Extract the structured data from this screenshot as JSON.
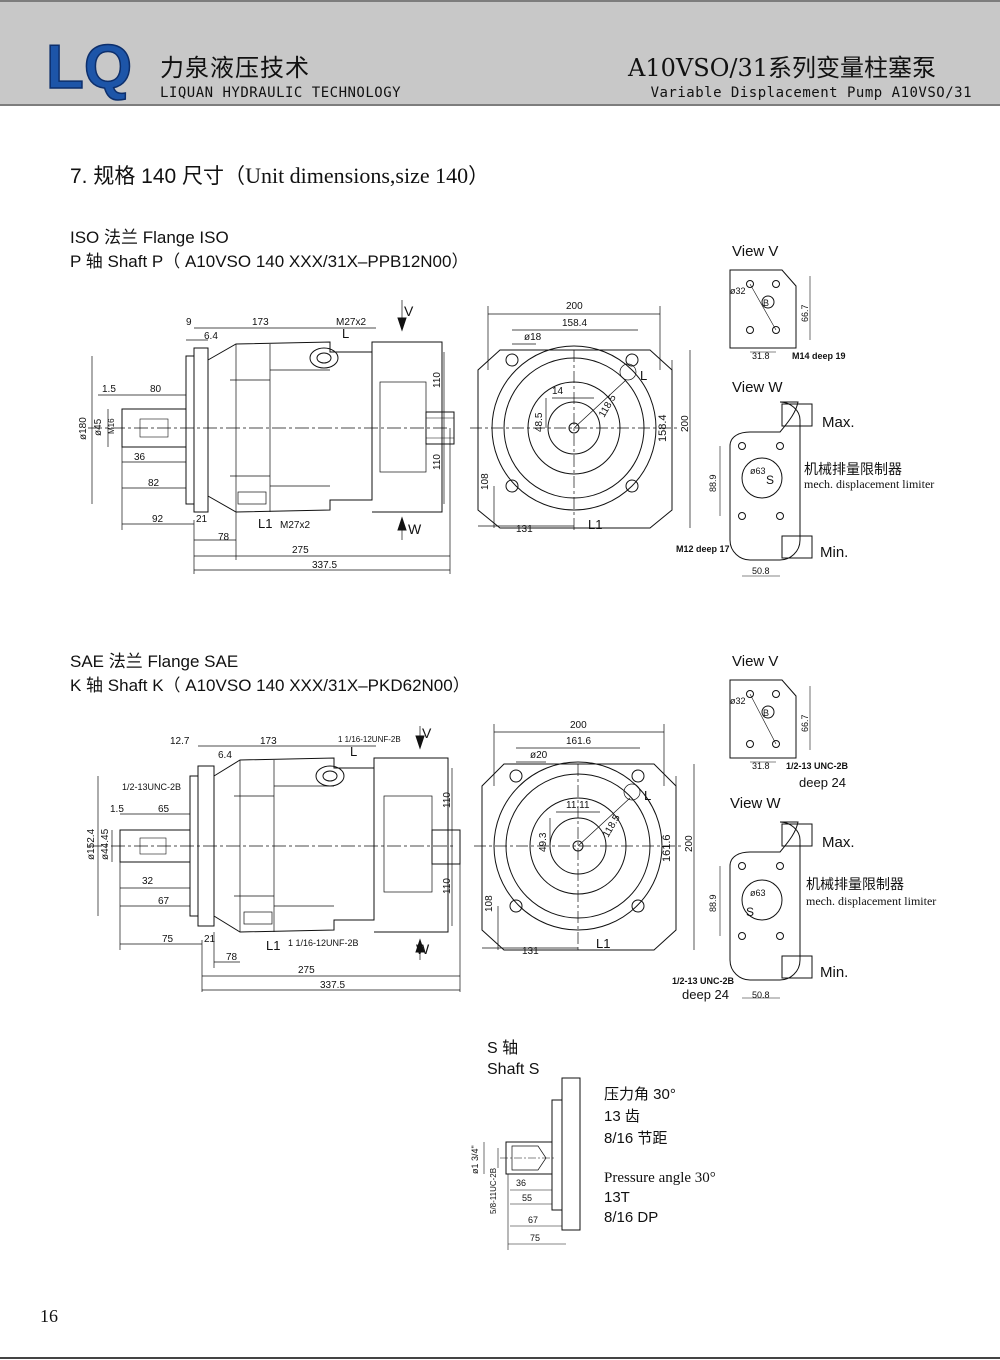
{
  "header": {
    "logo_text": "LQ",
    "brand_cn": "力泉液压技术",
    "brand_en": "LIQUAN HYDRAULIC TECHNOLOGY",
    "product_cn": "A10VSO/31系列变量柱塞泵",
    "product_en": "Variable Displacement Pump A10VSO/31",
    "colors": {
      "band": "#c8c8c8",
      "logo_blue": "#1d55a8"
    }
  },
  "section": {
    "title_cn": "7. 规格 140 尺寸（",
    "title_en": "Unit dimensions,size 140",
    "title_close": "）"
  },
  "iso": {
    "line1": "ISO 法兰  Flange ISO",
    "line2": "P 轴  Shaft P（ A10VSO 140 XXX/31X–PPB12N00）",
    "view_v": "View V",
    "view_w": "View W",
    "max": "Max.",
    "min": "Min.",
    "limiter_cn": "机械排量限制器",
    "limiter_en": "mech. displacement limiter",
    "dims_side": [
      "9",
      "6.4",
      "173",
      "M27x2",
      "L",
      "V",
      "1.5",
      "80",
      "ø180",
      "ø45",
      "M16",
      "36",
      "82",
      "92",
      "21",
      "78",
      "L1",
      "M27x2",
      "W",
      "275",
      "337.5",
      "110",
      "110"
    ],
    "dims_front": [
      "200",
      "158.4",
      "ø18",
      "14",
      "118.5",
      "48.5",
      "158.4",
      "200",
      "108",
      "131",
      "L1",
      "L"
    ],
    "dims_view_v": [
      "ø32",
      "B",
      "66.7",
      "31.8",
      "M14 deep 19"
    ],
    "dims_view_w": [
      "ø63",
      "S",
      "88.9",
      "M12 deep 17",
      "50.8"
    ]
  },
  "sae": {
    "line1": "SAE 法兰  Flange SAE",
    "line2": "K 轴  Shaft K（ A10VSO 140 XXX/31X–PKD62N00）",
    "view_v": "View V",
    "view_w": "View W",
    "max": "Max.",
    "min": "Min.",
    "limiter_cn": "机械排量限制器",
    "limiter_en": "mech. displacement limiter",
    "deep_v": "deep 24",
    "deep_w": "deep 24",
    "dims_side": [
      "12.7",
      "6.4",
      "173",
      "1 1/16-12UNF-2B",
      "L",
      "V",
      "1/2-13UNC-2B",
      "1.5",
      "65",
      "ø152.4",
      "ø44.45",
      "32",
      "67",
      "75",
      "21",
      "78",
      "L1",
      "1 1/16-12UNF-2B",
      "W",
      "275",
      "337.5",
      "110",
      "110"
    ],
    "dims_front": [
      "200",
      "161.6",
      "ø20",
      "11.11",
      "118.5",
      "49.3",
      "161.6",
      "200",
      "108",
      "131",
      "L1",
      "L"
    ],
    "dims_view_v": [
      "ø32",
      "B",
      "66.7",
      "31.8",
      "1/2-13 UNC-2B"
    ],
    "dims_view_w": [
      "ø63",
      "S",
      "88.9",
      "1/2-13 UNC-2B",
      "50.8"
    ]
  },
  "shaft_s": {
    "title_cn": "S 轴",
    "title_en": "Shaft S",
    "spec_cn": [
      "压力角 30°",
      "13 齿",
      "8/16 节距"
    ],
    "spec_en": [
      "Pressure angle 30°",
      "13T",
      "8/16 DP"
    ],
    "dims": [
      "ø1 3/4\"",
      "5/8-11UC-2B",
      "36",
      "55",
      "67",
      "75"
    ]
  },
  "page_number": "16"
}
